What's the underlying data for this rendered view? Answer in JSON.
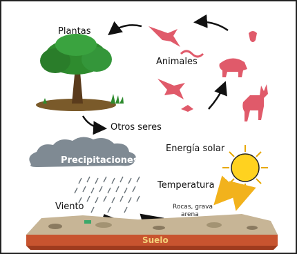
{
  "labels": {
    "plants": "Plantas",
    "animals": "Animales",
    "other_beings": "Otros seres",
    "solar_energy": "Energía solar",
    "precipitation": "Precipitaciones",
    "temperature": "Temperatura",
    "wind": "Viento",
    "rocks_line1": "Rocas, grava",
    "rocks_line2": "arena",
    "soil": "Suelo"
  },
  "colors": {
    "tree_leaves": "#2e8b2e",
    "animals": "#e05a6a",
    "cloud": "#7f8a93",
    "sun": "#ffd21f",
    "soil": "#c8542f",
    "sun_ray_arrow": "#f2b21c"
  }
}
